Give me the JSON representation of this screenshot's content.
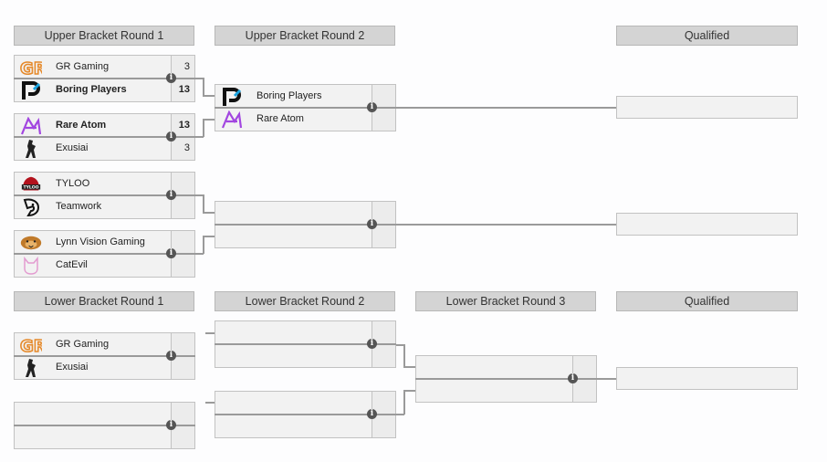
{
  "headers": {
    "ub_r1": "Upper Bracket Round 1",
    "ub_r2": "Upper Bracket Round 2",
    "ub_qual": "Qualified",
    "lb_r1": "Lower Bracket Round 1",
    "lb_r2": "Lower Bracket Round 2",
    "lb_r3": "Lower Bracket Round 3",
    "lb_qual": "Qualified"
  },
  "upper_r1": [
    {
      "top": {
        "name": "GR Gaming",
        "score": "3",
        "logo": "gr-gaming-logo"
      },
      "bottom": {
        "name": "Boring Players",
        "score": "13",
        "logo": "boring-players-logo"
      }
    },
    {
      "top": {
        "name": "Rare Atom",
        "score": "13",
        "logo": "rare-atom-logo"
      },
      "bottom": {
        "name": "Exusiai",
        "score": "3",
        "logo": "exusiai-logo"
      }
    },
    {
      "top": {
        "name": "TYLOO",
        "score": "",
        "logo": "tyloo-logo"
      },
      "bottom": {
        "name": "Teamwork",
        "score": "",
        "logo": "teamwork-logo"
      }
    },
    {
      "top": {
        "name": "Lynn Vision Gaming",
        "score": "",
        "logo": "lynn-vision-logo"
      },
      "bottom": {
        "name": "CatEvil",
        "score": "",
        "logo": "catevil-logo"
      }
    }
  ],
  "upper_r2": [
    {
      "top": {
        "name": "Boring Players",
        "score": "",
        "logo": "boring-players-logo"
      },
      "bottom": {
        "name": "Rare Atom",
        "score": "",
        "logo": "rare-atom-logo"
      }
    },
    {
      "top": {
        "name": "",
        "score": ""
      },
      "bottom": {
        "name": "",
        "score": ""
      }
    }
  ],
  "lower_r1": [
    {
      "top": {
        "name": "GR Gaming",
        "score": "",
        "logo": "gr-gaming-logo"
      },
      "bottom": {
        "name": "Exusiai",
        "score": "",
        "logo": "exusiai-logo"
      }
    },
    {
      "top": {
        "name": "",
        "score": ""
      },
      "bottom": {
        "name": "",
        "score": ""
      }
    }
  ],
  "info_glyph": "i",
  "colors": {
    "header_bg": "#d4d4d4",
    "slot_bg": "#f2f2f2",
    "connector": "#9a9a9a",
    "gr_orange": "#e58a2c",
    "rare_atom_purple": "#a246e0"
  }
}
